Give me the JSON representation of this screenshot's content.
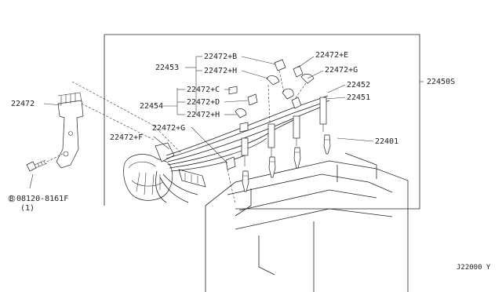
{
  "callouts": {
    "assembly": "22450S",
    "coil_bracket": "22472",
    "bolt": "08120-8161F",
    "bolt_qty": "(1)",
    "bolt_prefix": "B",
    "cable_lower": "22454",
    "clip_c": "22472+C",
    "clip_d": "22472+D",
    "clip_h_lower": "22472+H",
    "clip_g_lower": "22472+G",
    "clip_f": "22472+F",
    "cable_upper": "22453",
    "clip_b": "22472+B",
    "clip_h_upper": "22472+H",
    "clip_e": "22472+E",
    "clip_g_upper": "22472+G",
    "cable_452": "22452",
    "cable_451": "22451",
    "spark_plug": "22401"
  },
  "diagram_code": "J22000 Y"
}
